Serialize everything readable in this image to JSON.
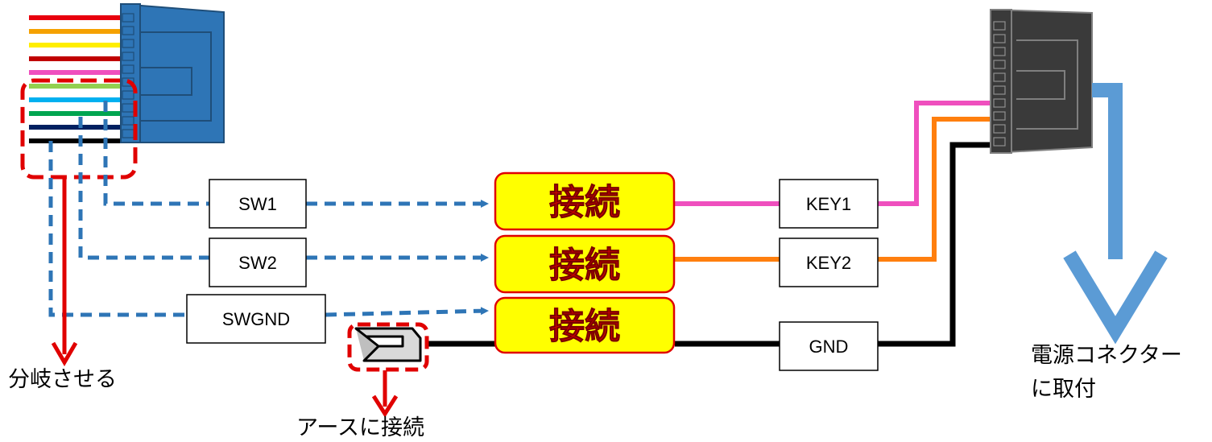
{
  "left_connector": {
    "wire_colors": [
      "#e8000d",
      "#f5a100",
      "#ffee00",
      "#c00000",
      "#ef4fbe",
      "#92d050",
      "#00b0f0",
      "#00a550",
      "#002060",
      "#000000"
    ],
    "body_color": "#2e75b6",
    "branch_note": "分岐させる"
  },
  "signals": [
    {
      "name": "SW1",
      "connect": "接続",
      "target": "KEY1",
      "wire_color": "#ef4fbe"
    },
    {
      "name": "SW2",
      "connect": "接続",
      "target": "KEY2",
      "wire_color": "#ff7f0e"
    },
    {
      "name": "SWGND",
      "connect": "接続",
      "target": "GND",
      "wire_color": "#000000"
    }
  ],
  "ground_terminal": {
    "note": "アースに接続"
  },
  "power_connector": {
    "body_color": "#3a3a3a",
    "note_line1": "電源コネクター",
    "note_line2": "に取付"
  },
  "colors": {
    "dashed_signal": "#2e75b6",
    "highlight_red": "#e00000",
    "connect_fill": "#ffff00",
    "arrow_blue": "#5b9bd5"
  }
}
